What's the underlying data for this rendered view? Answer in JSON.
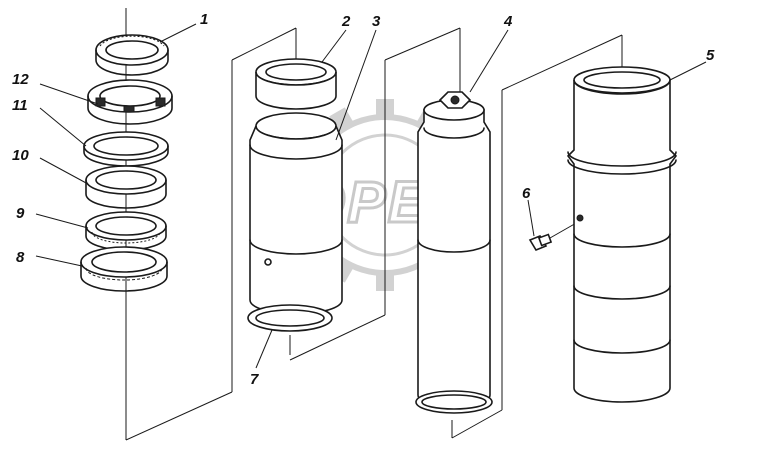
{
  "watermark": "OPEX",
  "labels": {
    "l1": "1",
    "l2": "2",
    "l3": "3",
    "l4": "4",
    "l5": "5",
    "l6": "6",
    "l7": "7",
    "l8": "8",
    "l9": "9",
    "l10": "10",
    "l11": "11",
    "l12": "12"
  }
}
